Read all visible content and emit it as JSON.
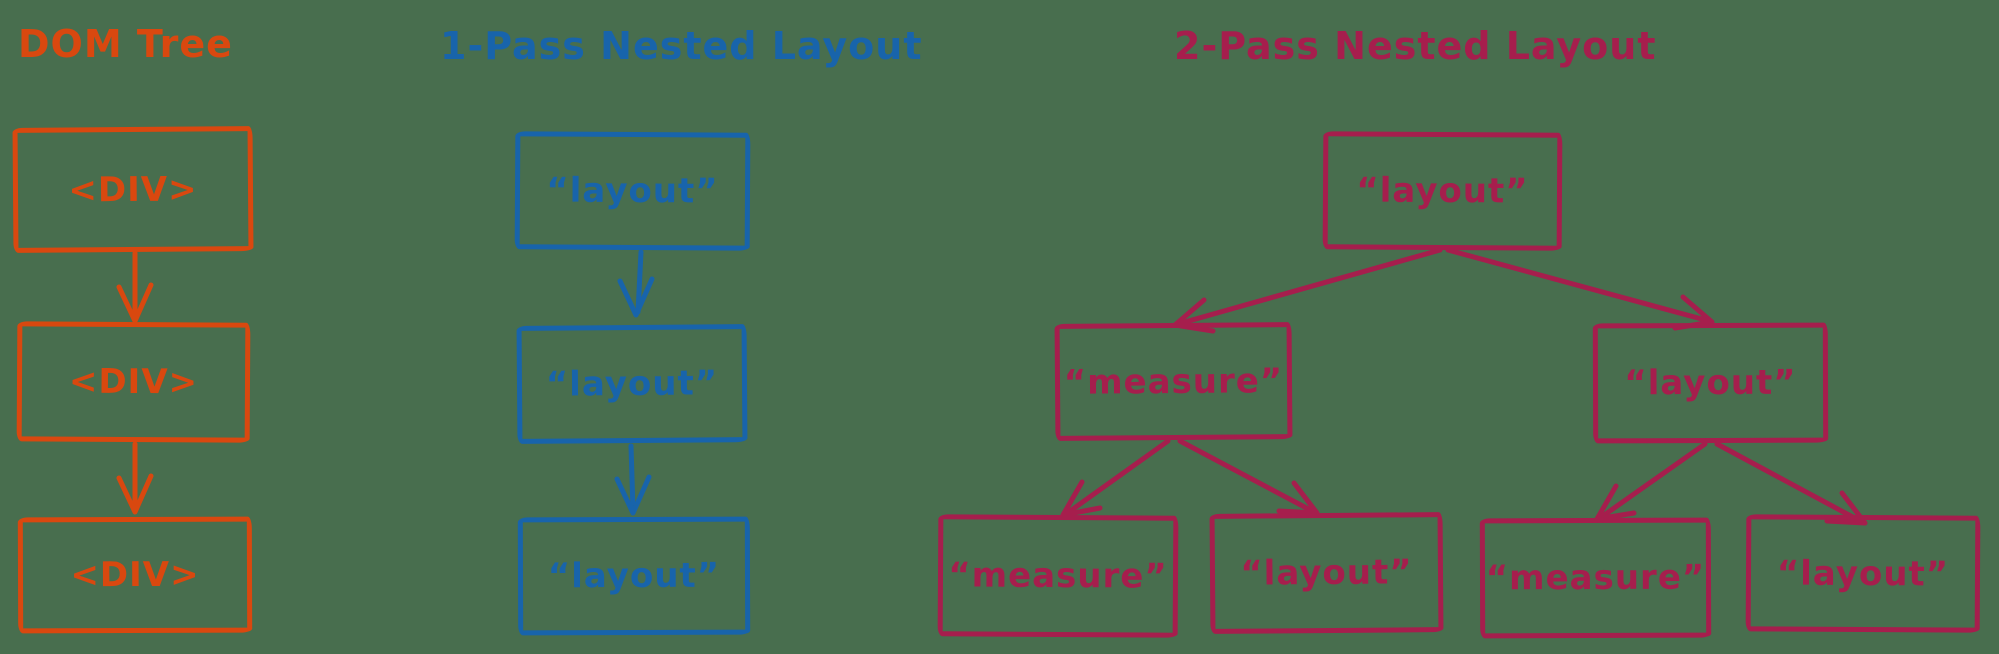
{
  "canvas": {
    "background": "#486e4e"
  },
  "diagrams": [
    {
      "title": "DOM Tree",
      "color": "#d9480f",
      "nodes": [
        {
          "label": "<DIV>"
        },
        {
          "label": "<DIV>"
        },
        {
          "label": "<DIV>"
        }
      ]
    },
    {
      "title": "1-Pass Nested Layout",
      "color": "#1864ab",
      "nodes": [
        {
          "label": "“layout”"
        },
        {
          "label": "“layout”"
        },
        {
          "label": "“layout”"
        }
      ]
    },
    {
      "title": "2-Pass Nested Layout",
      "color": "#a61e4d",
      "root": {
        "label": "“layout”"
      },
      "children": [
        {
          "label": "“measure”"
        },
        {
          "label": "“layout”"
        }
      ],
      "grandchildren": [
        {
          "label": "“measure”"
        },
        {
          "label": "“layout”"
        },
        {
          "label": "“measure”"
        },
        {
          "label": "“layout”"
        }
      ]
    }
  ]
}
